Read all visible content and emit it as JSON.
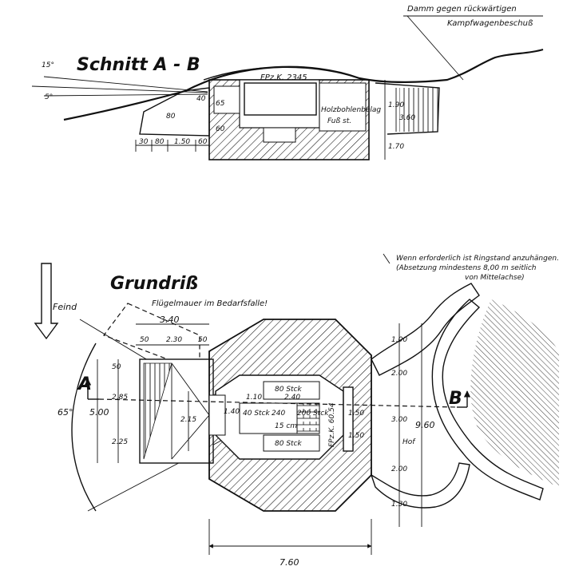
{
  "section": {
    "title": "Schnitt A - B",
    "note_line1": "Damm gegen rückwärtigen",
    "note_line2": "Kampfwagenbeschuß",
    "gun_label": "FPz.K. 2345",
    "timber_label1": "Holzbohlenbelag",
    "timber_label2": "Fuß st.",
    "angle_top": "15°",
    "angle_bottom": "5°",
    "dims_bottom": [
      "30",
      "80",
      "1.50",
      "60"
    ],
    "dim_80": "80",
    "dim_40": "40",
    "dim_65": "65",
    "dim_1_90": "1.90",
    "dim_3_60": "3.60",
    "dim_1_70": "1.70",
    "dim_0_60": "60"
  },
  "plan": {
    "title": "Grundriß",
    "enemy_label": "Feind",
    "wing_wall_label": "Flügelmauer im Bedarfsfalle!",
    "ring_note_line1": "Wenn erforderlich ist Ringstand anzuhängen.",
    "ring_note_line2": "(Absetzung mindestens 8,00 m seitlich",
    "ring_note_line3": "von Mittelachse)",
    "angle": "65°",
    "marker_a": "A",
    "marker_b": "B",
    "dim_3_40": "3.40",
    "dim_50a": "50",
    "dim_2_30": "2.30",
    "dim_50b": "50",
    "dim_5_00": "5.00",
    "dim_2_85": "2.85",
    "dim_2_25": "2.25",
    "dim_50c": "50",
    "dim_2_15": "2.15",
    "dim_1_10": "1.10",
    "dim_2_40": "2.40",
    "dim_1_40": "1.40",
    "room_80_top": "80 Stck",
    "room_40": "40 Stck",
    "room_240": "240",
    "room_200": "200 Stck",
    "room_15": "15 cm",
    "room_80_bottom": "80 Stck",
    "dim_1_50": "1.50",
    "dim_1_50b": "1.50",
    "gun_label": "FPz.K. 60.54",
    "dim_1_00": "1.00",
    "dim_2_00": "2.00",
    "dim_3_00": "3.00",
    "dim_2_00b": "2.00",
    "dim_1_30": "1.30",
    "dim_9_60": "9.60",
    "yard_label": "Hof",
    "dim_7_60": "7.60"
  }
}
